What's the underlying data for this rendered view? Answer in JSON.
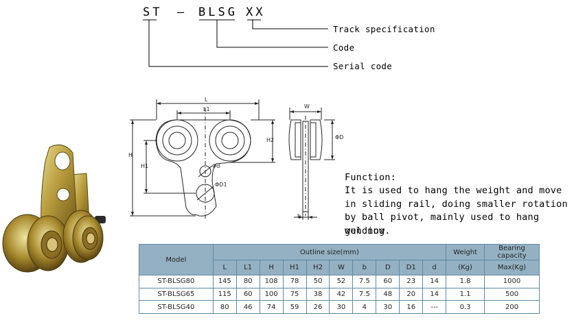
{
  "code_diagram": {
    "prefix": "ST",
    "dash": "—",
    "code": "BLSG",
    "spec": "XX",
    "labels": {
      "track": "Track specification",
      "code": "Code",
      "serial": "Serial code"
    }
  },
  "drawing": {
    "dims": {
      "L": "L",
      "L1": "L1",
      "H": "H",
      "H1": "H1",
      "H2": "H2",
      "W": "W",
      "D": "ΦD",
      "d": "Φd",
      "D1": "ΦD1",
      "b": "b"
    }
  },
  "function": {
    "heading": "Function:",
    "lines": [
      "It is used to hang the weight and move",
      "in sliding rail, doing smaller rotation",
      "by ball pivot, mainly used to hang welding",
      "gun now."
    ]
  },
  "table": {
    "model_header": "Model",
    "outline_header": "Outline size(mm)",
    "weight_header": "Weight",
    "weight_unit": "(Kg)",
    "capacity_header": "Bearing capacity",
    "capacity_unit": "Max(Kg)",
    "columns": [
      "L",
      "L1",
      "H",
      "H1",
      "H2",
      "W",
      "b",
      "D",
      "D1",
      "d"
    ],
    "rows": [
      {
        "model": "ST-BLSG80",
        "values": [
          "145",
          "80",
          "108",
          "78",
          "50",
          "52",
          "7.5",
          "60",
          "23",
          "14"
        ],
        "weight": "1.8",
        "capacity": "1000"
      },
      {
        "model": "ST-BLSG65",
        "values": [
          "115",
          "60",
          "100",
          "75",
          "38",
          "42",
          "7.5",
          "48",
          "20",
          "14"
        ],
        "weight": "1.1",
        "capacity": "500"
      },
      {
        "model": "ST-BLSG40",
        "values": [
          "80",
          "46",
          "74",
          "59",
          "26",
          "30",
          "4",
          "30",
          "16",
          "---"
        ],
        "weight": "0.3",
        "capacity": "200"
      }
    ]
  }
}
